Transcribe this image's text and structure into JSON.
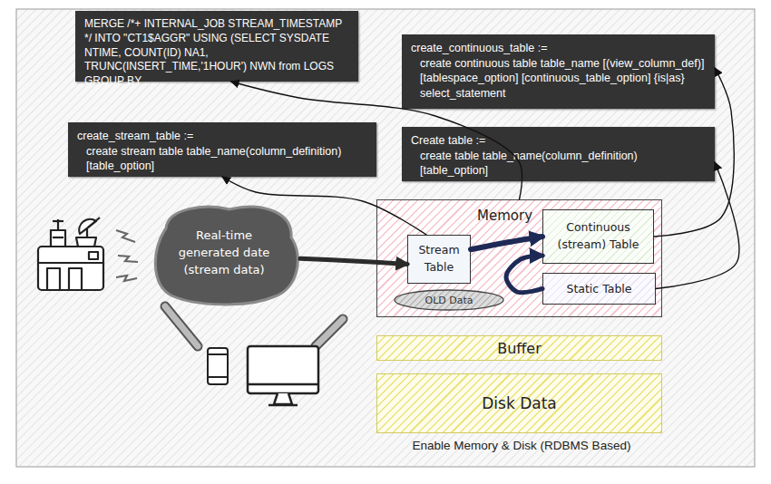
{
  "diagram": {
    "caption": "Enable Memory & Disk (RDBMS Based)",
    "nodes": [
      {
        "text": [
          "MERGE /*+ INTERNAL_JOB STREAM_TIMESTAMP */ INTO \"CT1$AGGR\" USING (SELECT SYSDATE NTIME, COUNT(ID) NA1, TRUNC(INSERT_TIME,'1HOUR') NWN from LOGS GROUP BY ......"
        ]
      },
      {
        "text": [
          "create_continuous_table :=",
          "create continuous table table_name [(view_column_def)] [tablespace_option] [continuous_table_option] {is|as} select_statement"
        ]
      },
      {
        "text": [
          "create_stream_table :=",
          "create stream table table_name(column_definition) [table_option]"
        ]
      },
      {
        "text": [
          "Create table :=",
          "create table table_name(column_definition) [table_option]"
        ]
      },
      {
        "text": [
          "Real-time generated date (stream data)"
        ]
      },
      {
        "text": [
          "Memory"
        ]
      },
      {
        "text": [
          "Stream Table"
        ],
        "in": 5
      },
      {
        "text": [
          "Continuous (stream) Table"
        ],
        "in": 5
      },
      {
        "text": [
          "Static Table"
        ],
        "in": 5
      },
      {
        "text": [
          "OLD Data"
        ],
        "in": 5
      },
      {
        "text": [
          "Buffer"
        ]
      },
      {
        "text": [
          "Disk Data"
        ]
      }
    ],
    "edges": [
      {
        "from": 4,
        "to": 6,
        "arrow": "to"
      },
      {
        "from": 6,
        "to": 7,
        "arrow": "to"
      },
      {
        "from": 8,
        "to": 7,
        "arrow": "to"
      },
      {
        "from": 6,
        "to": 2,
        "arrow": "to"
      },
      {
        "from": 7,
        "to": 1,
        "arrow": "to"
      },
      {
        "from": 8,
        "to": 3,
        "arrow": "to"
      },
      {
        "from": 5,
        "to": 0,
        "arrow": "to"
      }
    ]
  }
}
